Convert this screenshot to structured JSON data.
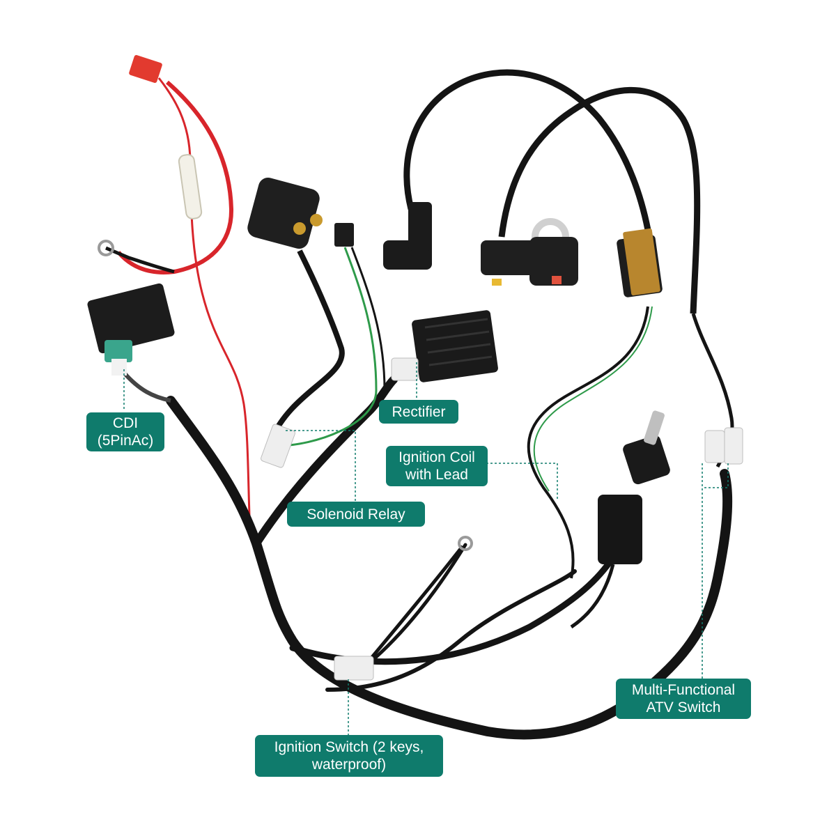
{
  "labels": {
    "cdi": {
      "line1": "CDI",
      "line2": "(5PinAc)"
    },
    "rectifier": {
      "line1": "Rectifier"
    },
    "ignition_coil": {
      "line1": "Ignition Coil",
      "line2": "with Lead"
    },
    "solenoid_relay": {
      "line1": "Solenoid Relay"
    },
    "atv_switch": {
      "line1": "Multi-Functional",
      "line2": "ATV Switch"
    },
    "ignition_switch": {
      "line1": "Ignition Switch (2 keys,",
      "line2": "waterproof)"
    }
  },
  "colors": {
    "label_bg": "#0f7b6c",
    "label_text": "#ffffff",
    "leader": "#0f7b6c",
    "harness": "#141414",
    "wire_red": "#d8252b",
    "wire_green": "#2e9a4a",
    "connector_white": "#eeeeee",
    "connector_teal": "#3aa58c",
    "coil_bracket": "#b8862e"
  }
}
